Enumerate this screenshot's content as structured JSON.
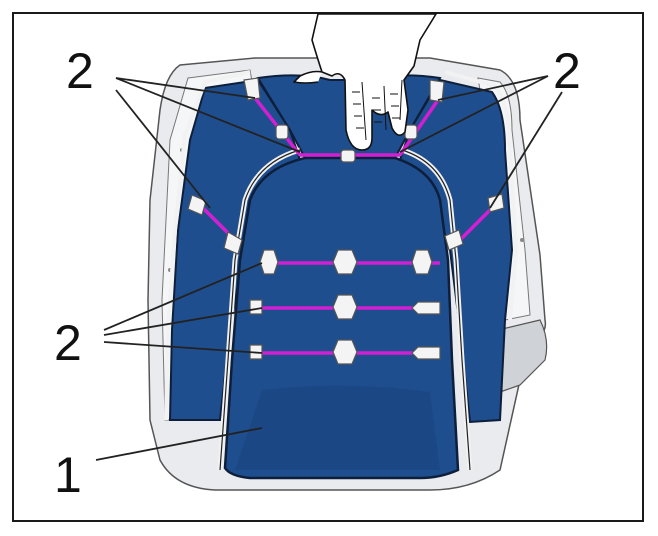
{
  "figure": {
    "callouts": {
      "top_left": "2",
      "top_right": "2",
      "lower_left": "2",
      "bottom_left": "1"
    }
  },
  "colors": {
    "border": "#1a1a1a",
    "cover_blue": "#1f4e8f",
    "cover_blue_dark": "#163c73",
    "shell_gray": "#e9ebee",
    "strap_magenta": "#d21fd2",
    "clip_white": "#f4f4f4",
    "leader_line": "#222222"
  },
  "icons": [
    "hand-icon",
    "seat-shell-icon",
    "strap-clip-icon"
  ]
}
